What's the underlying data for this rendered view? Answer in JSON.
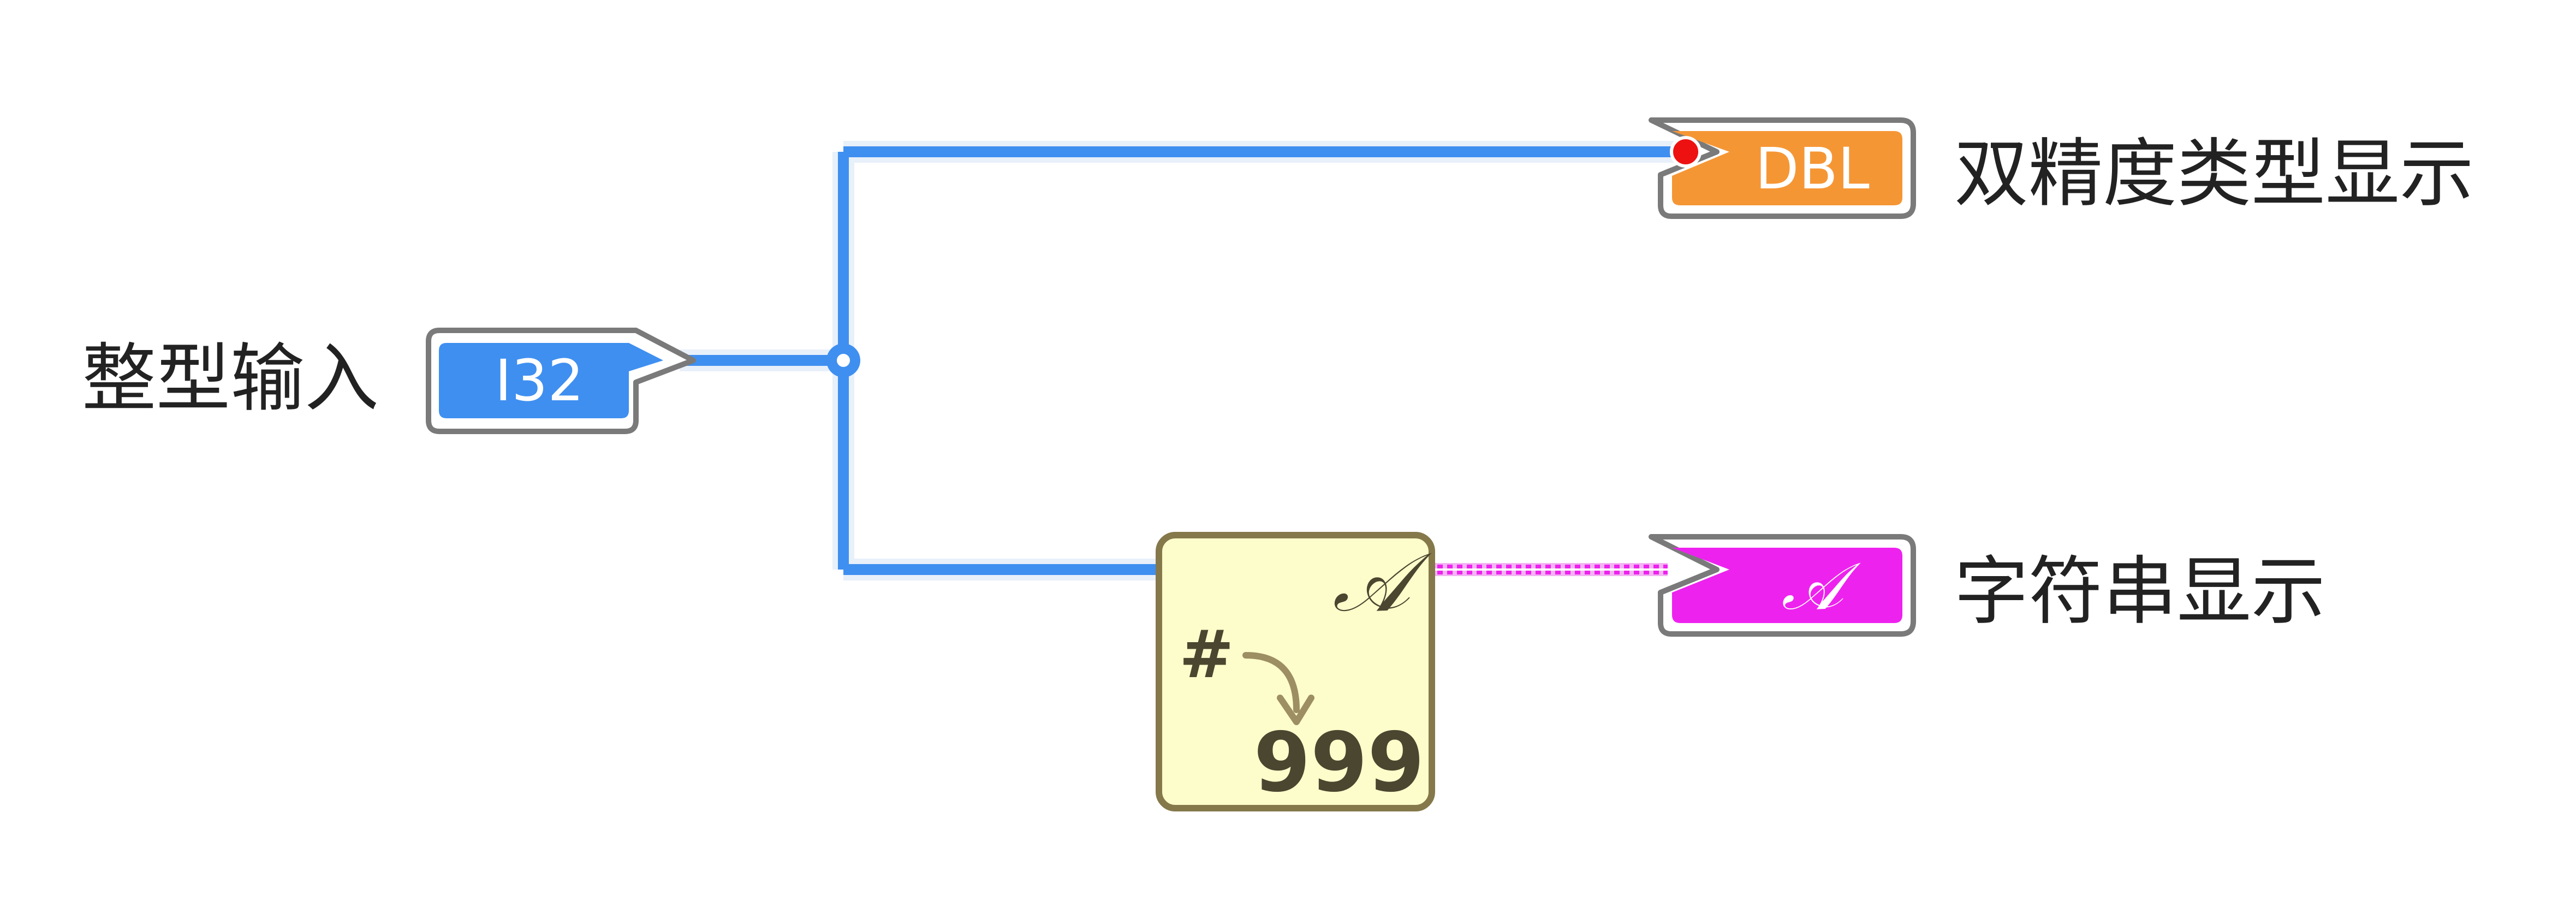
{
  "input": {
    "label": "整型输入",
    "type_tag": "I32",
    "color": "#3f8ff0"
  },
  "output_dbl": {
    "label": "双精度类型显示",
    "type_tag": "DBL",
    "color": "#f59635",
    "coercion_dot_color": "#ee1111"
  },
  "output_string": {
    "label": "字符串显示",
    "type_glyph": "𝒜",
    "color": "#ee22ee"
  },
  "function": {
    "name": "number-to-decimal-string",
    "output_glyph": "𝒜",
    "input_glyph": "#",
    "value_glyph": "999",
    "background": "#fdfdcb",
    "border": "#85784a"
  },
  "wires": {
    "numeric_color": "#3f8ff0",
    "string_color": "#ee22ee"
  }
}
